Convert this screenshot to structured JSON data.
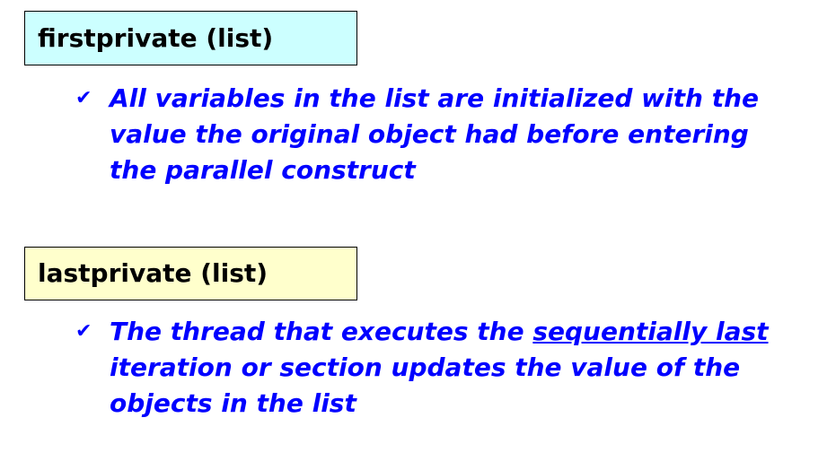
{
  "firstprivate": {
    "heading": "firstprivate (list)",
    "bullet_icon": "check-mark-icon",
    "line1": "All variables in the list are initialized with the",
    "line2": "value the original object had before entering",
    "line3": "the parallel construct"
  },
  "lastprivate": {
    "heading": "lastprivate (list)",
    "bullet_icon": "check-mark-icon",
    "line1_before": "The thread that executes the ",
    "line1_underlined": "sequentially last",
    "line2": "iteration or section updates the value of the",
    "line3": "objects in the list"
  },
  "colors": {
    "text_blue": "#0000ff",
    "first_box_bg": "#ccffff",
    "last_box_bg": "#ffffcc"
  }
}
